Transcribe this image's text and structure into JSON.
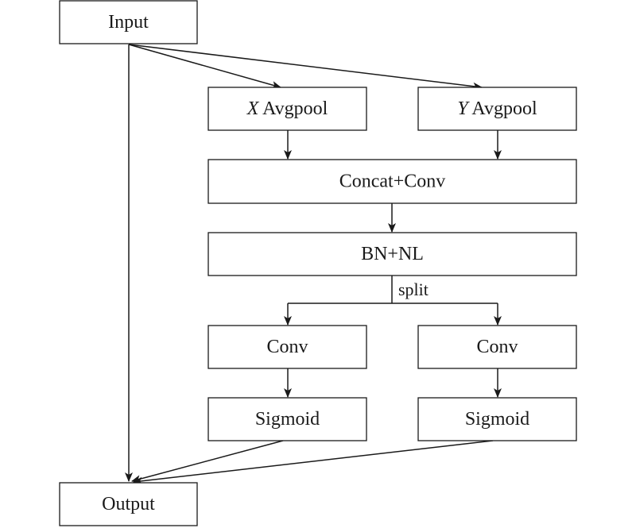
{
  "nodes": {
    "input": {
      "label": "Input"
    },
    "x_avgpool": {
      "prefix": "X",
      "label": "Avgpool"
    },
    "y_avgpool": {
      "prefix": "Y",
      "label": "Avgpool"
    },
    "concat_conv": {
      "label": "Concat+Conv"
    },
    "bn_nl": {
      "label": "BN+NL"
    },
    "conv_left": {
      "label": "Conv"
    },
    "conv_right": {
      "label": "Conv"
    },
    "sigmoid_left": {
      "label": "Sigmoid"
    },
    "sigmoid_right": {
      "label": "Sigmoid"
    },
    "output": {
      "label": "Output"
    }
  },
  "edges": {
    "split": {
      "label": "split"
    }
  }
}
